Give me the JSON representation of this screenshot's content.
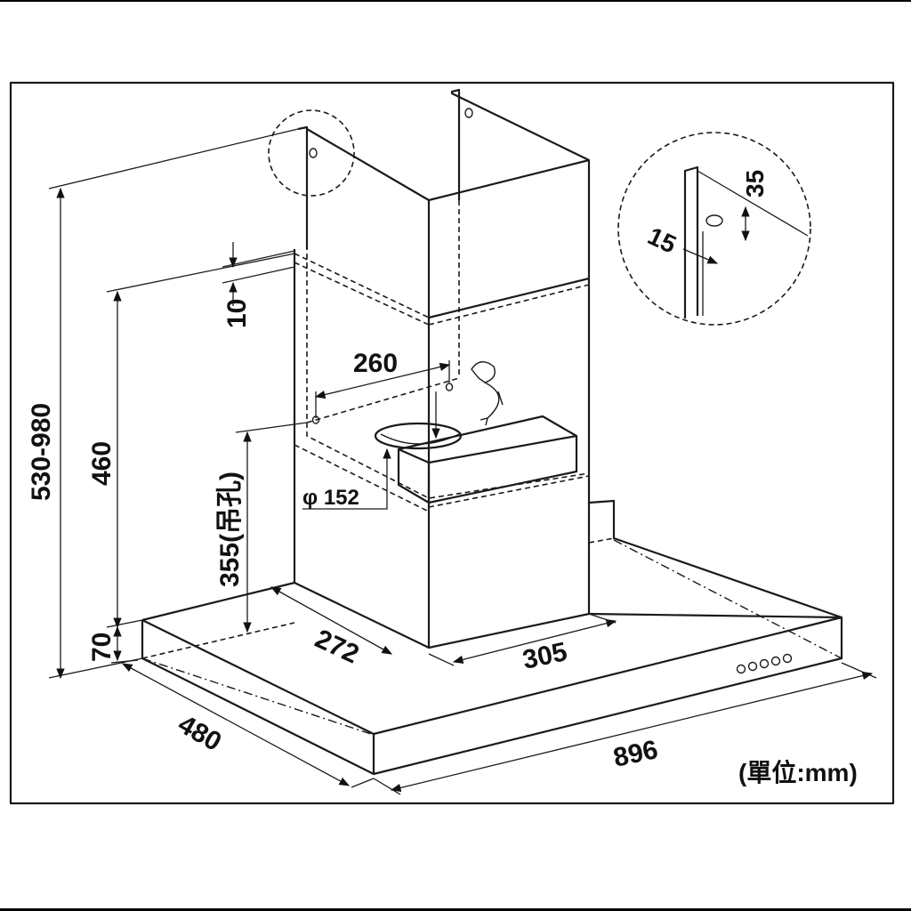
{
  "dimensions": {
    "total_height": "530-980",
    "chimney_height": "460",
    "slot_offset": "10",
    "hole_height": "355(吊孔)",
    "hood_thickness": "70",
    "hole_spacing": "260",
    "duct_diameter": "φ 152",
    "chimney_depth": "272",
    "chimney_width": "305",
    "hood_depth": "480",
    "hood_width": "896",
    "detail_slot_depth": "35",
    "detail_slot_offset": "15"
  },
  "unit_note": "(單位:mm)",
  "control_buttons_count": 5
}
